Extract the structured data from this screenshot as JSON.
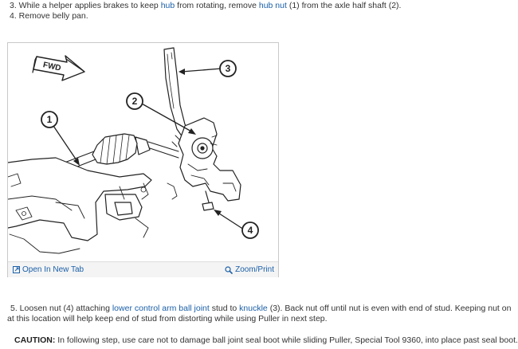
{
  "steps": {
    "step3": {
      "text_a": "3. While a helper applies brakes to keep ",
      "link_hub": "hub",
      "text_b": " from rotating, remove ",
      "link_hub_nut": "hub nut",
      "text_c": " (1) from the axle half shaft (2)."
    },
    "step4": {
      "text": "4. Remove belly pan."
    },
    "step5": {
      "text_a": "5. Loosen nut (4) attaching ",
      "link_lcabj": "lower control arm ball joint",
      "text_b": " stud to ",
      "link_knuckle": "knuckle",
      "text_c": " (3). Back nut off until nut is even with end of stud. Keeping nut on at this location will help keep end of stud from distorting while using Puller in next step."
    }
  },
  "figure": {
    "fwd_label": "FWD",
    "callouts": [
      "1",
      "2",
      "3",
      "4"
    ],
    "open_tab_label": "Open In New Tab",
    "zoom_label": "Zoom/Print",
    "open_tab_icon": "open-tab-icon",
    "zoom_icon": "magnifier-icon"
  },
  "caution": {
    "label": "CAUTION:",
    "text": " In following step, use care not to damage ball joint seal boot while sliding Puller, Special Tool 9360, into place past seal boot."
  },
  "colors": {
    "link": "#1a5fa8",
    "text": "#333333"
  }
}
